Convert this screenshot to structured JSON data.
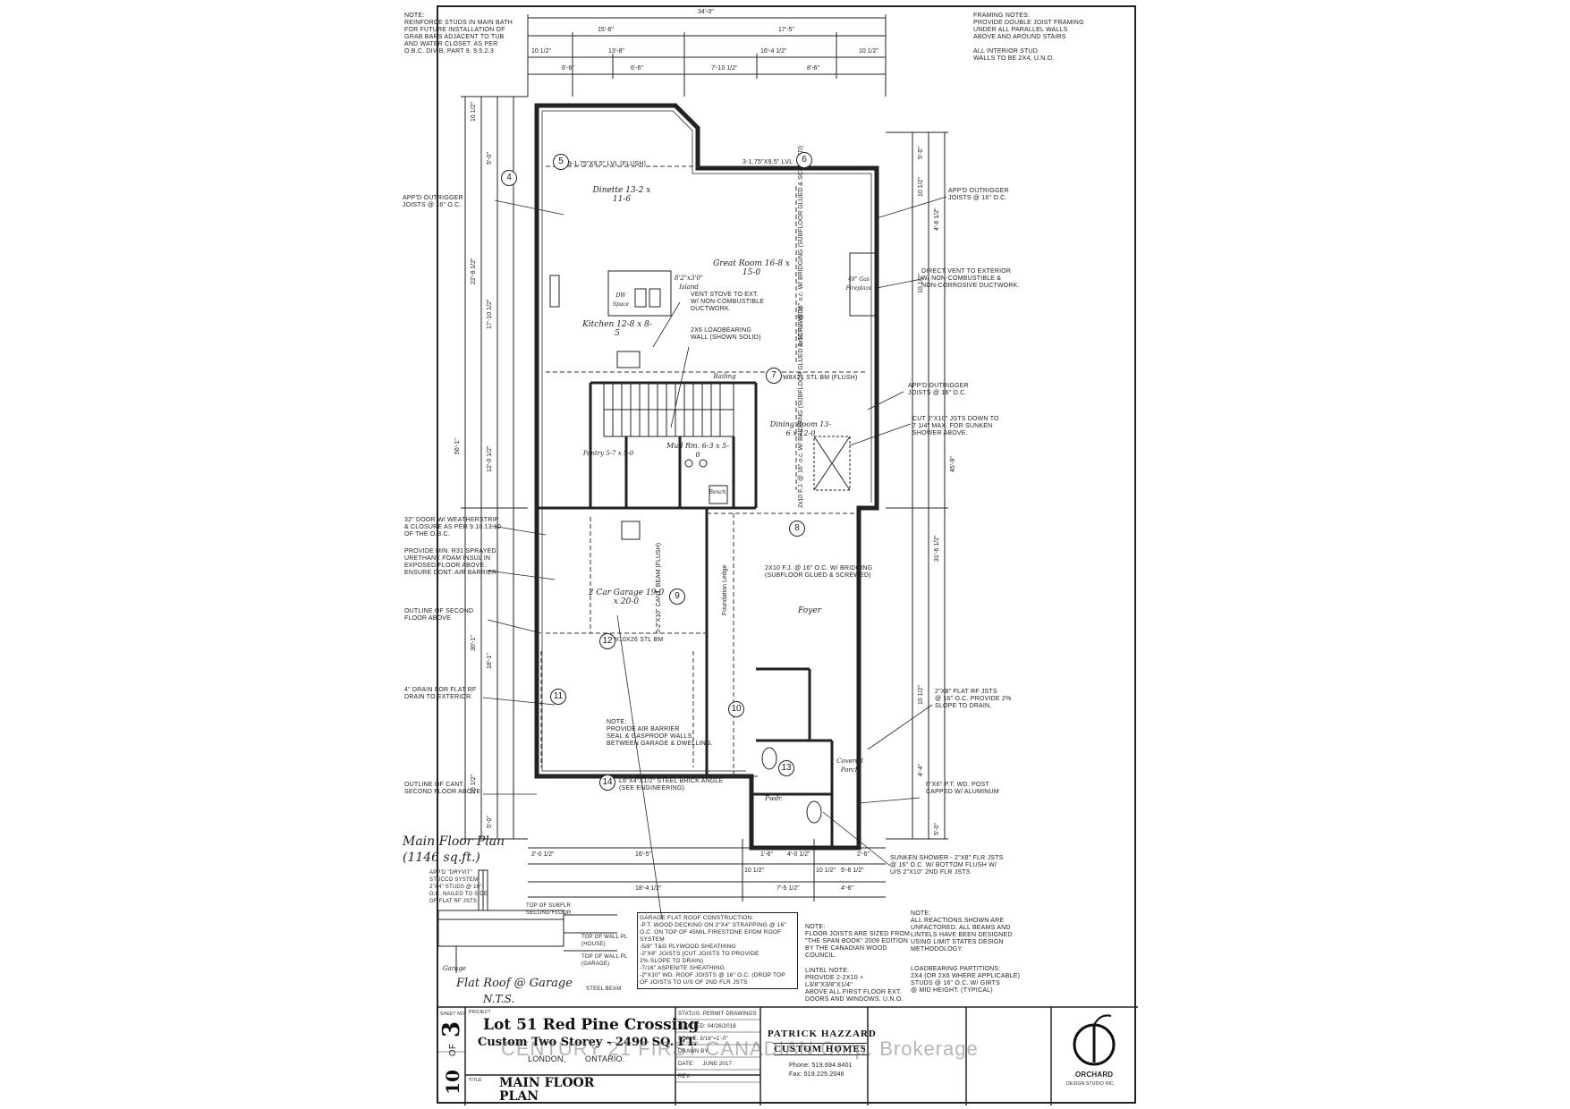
{
  "notes": {
    "top_left": "NOTE:\nREINFORCE STUDS IN MAIN BATH\nFOR FUTURE INSTALLATION OF\nGRAB BARS ADJACENT TO TUB\nAND WATER CLOSET. AS PER\nO.B.C. DIV B, PART 9, 9.5.2.3",
    "framing": "FRAMING NOTES:\nPROVIDE DOUBLE JOIST FRAMING\nUNDER ALL PARALLEL WALLS\nABOVE AND AROUND STAIRS\n\nALL INTERIOR STUD\nWALLS TO BE 2x4, U.N.O.",
    "outrigger_left": "APP'D OUTRIGGER\nJOISTS @ 16\" O.C.",
    "outrigger_right_1": "APP'D OUTRIGGER\nJOISTS @ 16\" O.C.",
    "direct_vent": "DIRECT VENT TO EXTERIOR\nW/ NON-COMBUSTIBLE &\nNON-CORROSIVE DUCTWORK.",
    "outrigger_right_2": "APP'D OUTRIGGER\nJOISTS @ 16\" O.C.",
    "cut_joists": "CUT 2\"X10\" JSTS DOWN TO\n7 1/4\" MAX. FOR SUNKEN\nSHOWER ABOVE.",
    "door_weatherstrip": "32\" DOOR W/ WEATHERSTRIP\n& CLOSURE AS PER 9.10.13.10\nOF THE O.B.C.",
    "foam_insul": "PROVIDE MIN. R31 SPRAYED\nURETHANE FOAM INSUL IN\nEXPOSED FLOOR ABOVE.\nENSURE CONT. AIR BARRIER",
    "outline_second": "OUTLINE OF SECOND\nFLOOR ABOVE",
    "drain": "4\" DRAIN FOR FLAT RF\nDRAIN TO EXTERIOR.",
    "flat_rf_jsts": "2\"X8\" FLAT RF JSTS\n@ 16\" O.C. PROVIDE 2%\nSLOPE TO DRAIN.",
    "outline_cant": "OUTLINE OF CANT.\nSECOND FLOOR ABOVE",
    "pt_post": "6\"X6\" P.T. WD. POST\nCAPPED W/ ALUMINUM",
    "sunken_shower": "SUNKEN SHOWER - 2\"X8\" FLR JSTS\n@ 16\" O.C. W/ BOTTOM FLUSH W/\nU/S 2\"X10\" 2ND FLR JSTS",
    "vent_stove": "VENT STOVE TO EXT.\nW/ NON-COMBUSTIBLE\nDUCTWORK.",
    "loadbearing_wall": "2x6 LOADBEARING\nWALL (Shown Solid)",
    "air_barrier": "NOTE:\nPROVIDE AIR BARRIER\nSEAL & GASPROOF WALLS\nBETWEEN GARAGE & DWELLING.",
    "garage_roof": "GARAGE FLAT ROOF CONSTRUCTION:\n-P.T. WOOD DECKING ON 2\"X4\" STRAPPING @ 16\"\nO.C. ON TOP OF 45mil FIRESTONE EPDM ROOF\nSYSTEM\n-5/8\" T&G PLYWOOD SHEATHING\n-2\"X8\" JOISTS (CUT JOISTS TO PROVIDE\n2% SLOPE TO DRAIN)\n-7/16\" ASPENITE SHEATHING\n-2\"X10\" WD. ROOF JOISTS @ 16\" O.C. (DROP TOP\nOF JOISTS TO U/S OF 2ND FLR JSTS",
    "floor_joists": "NOTE:\nFLOOR JOISTS ARE SIZED FROM\n\"THE SPAN BOOK\" 2009 EDITION\nBY THE CANADIAN WOOD COUNCIL.",
    "lintel": "LINTEL NOTE:\nPROVIDE 2-2x10 + L3/8\"x3/8\"x1/4\"\nABOVE ALL FIRST FLOOR EXT.\nDOORS AND WINDOWS, U.N.O.",
    "reactions": "NOTE:\nALL REACTIONS SHOWN ARE\nUNFACTORED. ALL BEAMS AND\nLINTELS HAVE BEEN DESIGNED\nUSING LIMIT STATES DESIGN\nMETHODOLOGY.",
    "loadbearing_partitions": "LOADBEARING PARTITIONS:\n2x4 (OR 2x6 WHERE APPLICABLE)\nSTUDS @ 16\" O.C. W/ GIRTS\n@ MID HEIGHT. (TYPICAL)",
    "dryvit": "APP'D \"DRYVIT\"\nSTUCCO SYSTEM\n2\"x4\" STUDS @ 16\"\nO.C. NAILED TO SIDE\nOF FLAT RF JSTS",
    "top_subfloor": "TOP OF SUBFLR\nSECOND FLOOR",
    "top_wall_2": "TOP OF WALL PL\n(HOUSE)",
    "top_wall_garage": "TOP OF WALL PL\n(GARAGE)",
    "steel_beam": "STEEL BEAM"
  },
  "rooms": {
    "dinette": "Dinette\n13-2 x 11-6",
    "great_room": "Great Room\n16-8 x 15-0",
    "kitchen": "Kitchen\n12-8 x 8-5",
    "island": "8'2\"x3'0\"\nIsland",
    "dw": "DW\nSpace",
    "fireplace": "48\" Gas\nFireplace",
    "pantry": "Pantry\n5-7 x 5-0",
    "mud_rm": "Mud Rm.\n6-3 x 5-0",
    "dining": "Dining\nRoom\n13-6 x 12-0",
    "garage": "2 Car Garage\n19-0 x 20-0",
    "foyer": "Foyer",
    "porch": "Covered\nPorch",
    "pwdr": "Pwdr.",
    "railing": "Railing",
    "bench": "Bench",
    "garage_label": "Garage"
  },
  "beams": {
    "b5": "3-1.75\"X9.5\" LVL (FLUSH)",
    "b6": "3-1.75\"X9.5\" LVL",
    "b7": "W8X21 STL BM (FLUSH)",
    "b12": "W10X26 STL BM",
    "b14": "L6\"X4\"X1/2\" STEEL BRICK ANGLE\n(SEE ENGINEERING)",
    "fj1": "2x10 F.J. @ 16\" o.c. W/ BRIDGING\n(SUBFLOOR GLUED & SCREWED)",
    "fj2": "2x10 F.J. @ 16\" o.c. W/ BRIDGING\n(SUBFLOOR GLUED & SCREWED)",
    "fj3": "2x10 F.J. @ 16\" o.c. W/ BRIDGING\n(SUBFLOOR GLUED & SCREWED)",
    "cant_beam_9": "3-2\"X10\" CANT. BEAM (FLUSH)",
    "found_ledge": "Foundation Ledge"
  },
  "circles": [
    "4",
    "5",
    "6",
    "7",
    "8",
    "9",
    "10",
    "11",
    "12",
    "13",
    "14"
  ],
  "dims_top": [
    "34'-0\"",
    "15'-6\"",
    "17'-5\"",
    "10 1/2\"",
    "13'-8\"",
    "16'-4 1/2\"",
    "10 1/2\"",
    "6'-6\"",
    "6'-6\"",
    "7'-10 1/2\"",
    "8'-6\""
  ],
  "dims_bottom": [
    "2'-0 1/2\"",
    "16'-5\"",
    "18'-4 1/2\"",
    "10 1/2\"",
    "1'-6\"",
    "4'-0 1/2\"",
    "10 1/2\"",
    "2'-6\"",
    "7'-5 1/2\"",
    "5'-6 1/2\"",
    "4'-6\""
  ],
  "dims_left": [
    "10 1/2\"",
    "5'-0\"",
    "22'-8 1/2\"",
    "17'-10 1/2\"",
    "56'-1\"",
    "12'-0 1/2\"",
    "30'-1\"",
    "18'-1\"",
    "10 1/2\"",
    "5'-0\""
  ],
  "dims_right": [
    "5'-0\"",
    "4'-6 1/2\"",
    "10 1/2\"",
    "10 1/2\"",
    "45'-9\"",
    "31'-6 1/2\"",
    "10 1/2\"",
    "4'-4\"",
    "5'-0\""
  ],
  "plan_label": "Main Floor Plan\n(1146 sq.ft.)",
  "flat_roof": "Flat Roof @ Garage",
  "nts": "N.T.S.",
  "title_block": {
    "sheet_no": "3",
    "of": "OF",
    "total": "10",
    "sheet_lbl": "SHEET NO.",
    "project_lbl": "PROJECT",
    "project": "Lot 51 Red Pine Crossing",
    "subtitle": "Custom Two Storey - 2490 SQ. FT.",
    "location": "LONDON,        ONTARIO.",
    "title_lbl": "TITLE",
    "title": "MAIN FLOOR\nPLAN",
    "status": "STATUS:  PERMIT DRAWINGS",
    "plotted": "PLOTTED: 04/26/2018",
    "scale": "SCALE: 3/16\"=1'-0\"",
    "drawn": "DRAWN BY:",
    "date": "DATE:     June 2017",
    "rev": "REV.",
    "client1": "PATRICK HAZZARD",
    "client2": "CUSTOM HOMES",
    "phone": "Phone: 519.694.8401",
    "fax": "Fax: 519.225.2046",
    "firm1": "ORCHARD",
    "firm2": "DESIGN STUDIO INC."
  },
  "watermark": "CENTURY 21 FIRST CANADIAN Corp. Brokerage"
}
